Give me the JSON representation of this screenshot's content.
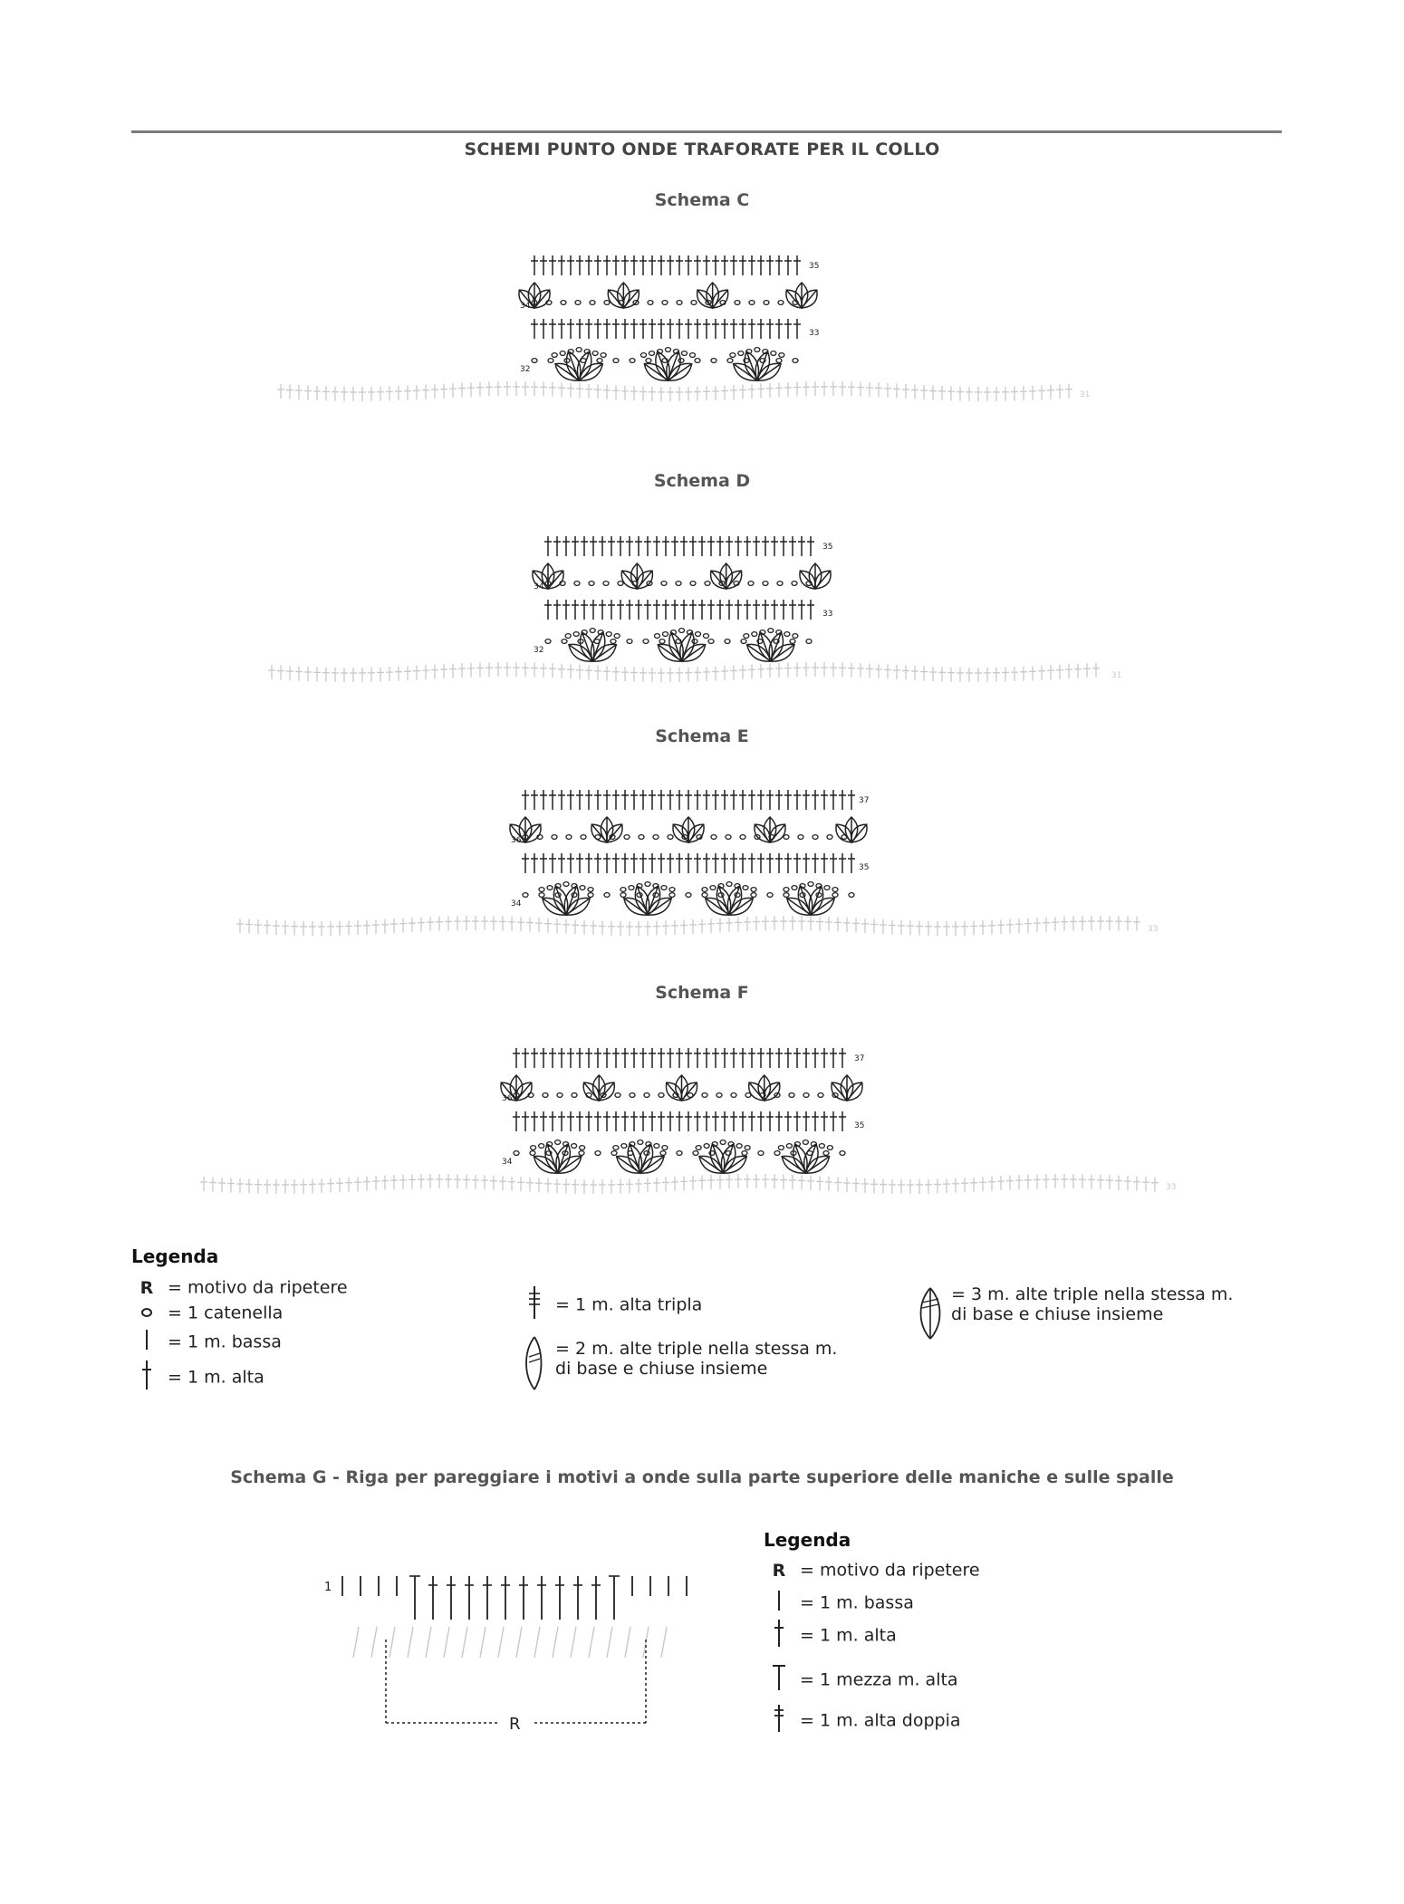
{
  "title": "SCHEMI PUNTO ONDE TRAFORATE PER IL COLLO",
  "schemas": [
    {
      "label": "Schema C",
      "rows": [
        "32",
        "33",
        "34",
        "35",
        "31"
      ]
    },
    {
      "label": "Schema D",
      "rows": [
        "32",
        "33",
        "34",
        "35",
        "31"
      ]
    },
    {
      "label": "Schema E",
      "rows": [
        "34",
        "35",
        "36",
        "37",
        "33"
      ]
    },
    {
      "label": "Schema F",
      "rows": [
        "34",
        "35",
        "36",
        "37",
        "33"
      ]
    }
  ],
  "legend1": {
    "heading": "Legenda",
    "items": [
      {
        "symbol": "R",
        "icon": "r-letter",
        "text": "= motivo da ripetere"
      },
      {
        "symbol": "",
        "icon": "chain-icon",
        "text": "= 1 catenella"
      },
      {
        "symbol": "",
        "icon": "single-crochet-icon",
        "text": "= 1 m. bassa"
      },
      {
        "symbol": "",
        "icon": "double-crochet-icon",
        "text": "= 1 m. alta"
      },
      {
        "symbol": "",
        "icon": "triple-treble-icon",
        "text": "= 1 m. alta tripla"
      },
      {
        "symbol": "",
        "icon": "two-cluster-icon",
        "text": "= 2 m. alte triple nella stessa m.",
        "text2": "di base e chiuse insieme"
      },
      {
        "symbol": "",
        "icon": "three-cluster-icon",
        "text": "= 3 m. alte triple nella stessa m.",
        "text2": "di base e chiuse insieme"
      }
    ]
  },
  "schemaG": {
    "title": "Schema G - Riga per pareggiare i motivi a onde sulla parte superiore delle maniche e sulle spalle",
    "row_label": "1",
    "repeat_label": "R"
  },
  "legend2": {
    "heading": "Legenda",
    "items": [
      {
        "symbol": "R",
        "icon": "r-letter",
        "text": "= motivo da ripetere"
      },
      {
        "symbol": "",
        "icon": "single-crochet-icon",
        "text": "= 1 m. bassa"
      },
      {
        "symbol": "",
        "icon": "double-crochet-icon",
        "text": "= 1 m. alta"
      },
      {
        "symbol": "",
        "icon": "half-double-icon",
        "text": "= 1 mezza m. alta"
      },
      {
        "symbol": "",
        "icon": "treble-icon",
        "text": "= 1 m. alta doppia"
      }
    ]
  }
}
